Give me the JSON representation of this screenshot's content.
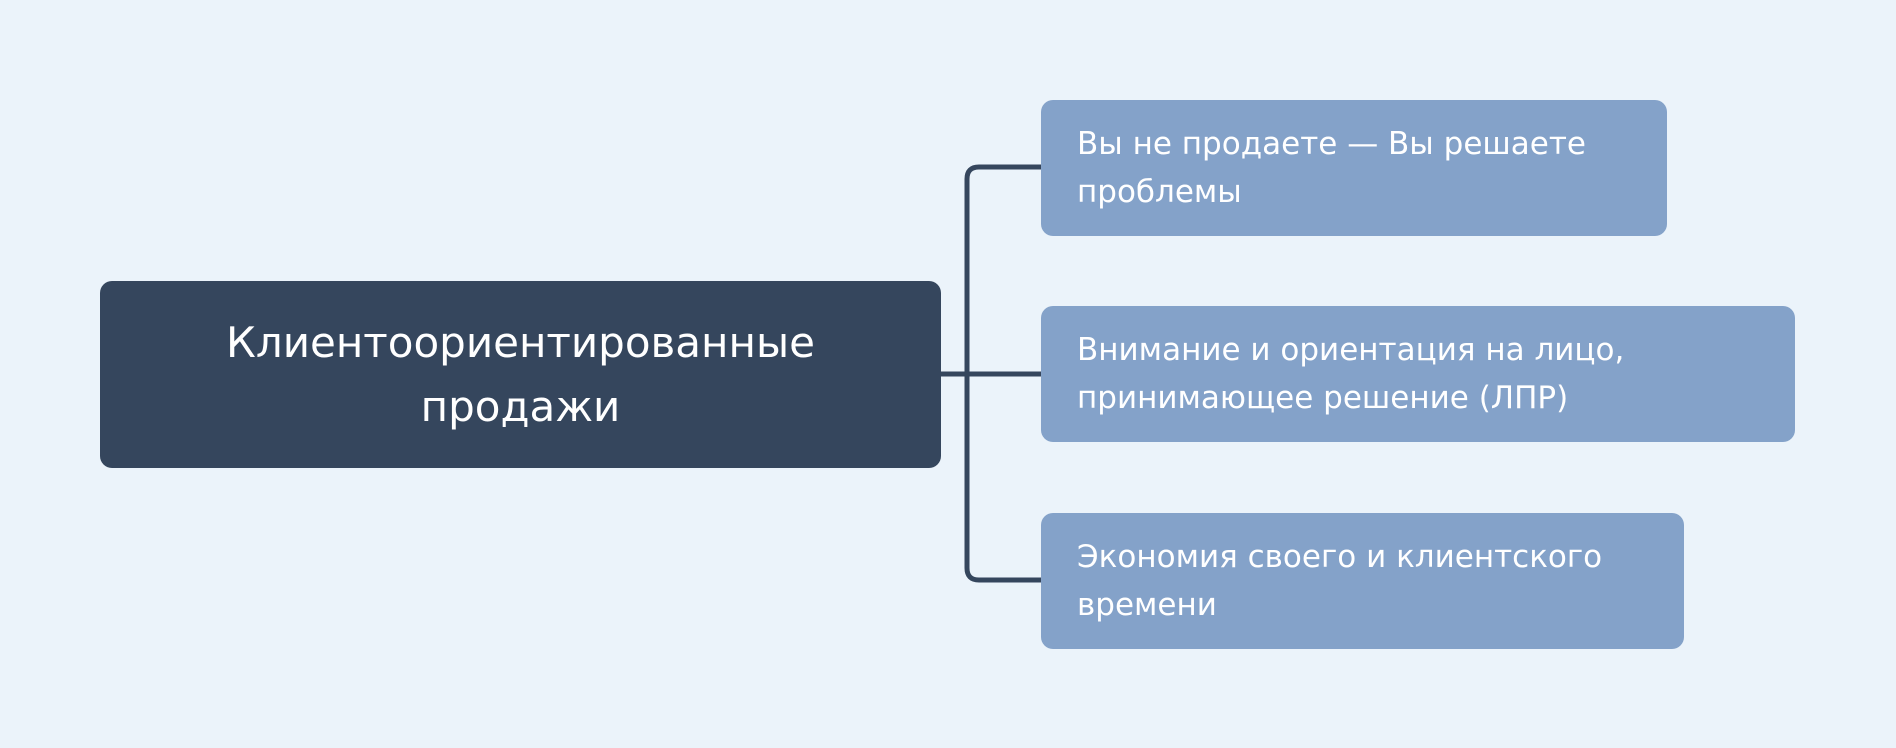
{
  "root": {
    "label": "Клиентоориентированные продажи"
  },
  "children": [
    {
      "label": "Вы не продаете — Вы решаете проблемы"
    },
    {
      "label": "Внимание и ориентация на лицо, принимающее решение (ЛПР)"
    },
    {
      "label": "Экономия своего и клиентского времени"
    }
  ],
  "colors": {
    "background": "#ebf3fa",
    "root": "#35465d",
    "child": "#84a2c9",
    "connector": "#35465d"
  }
}
